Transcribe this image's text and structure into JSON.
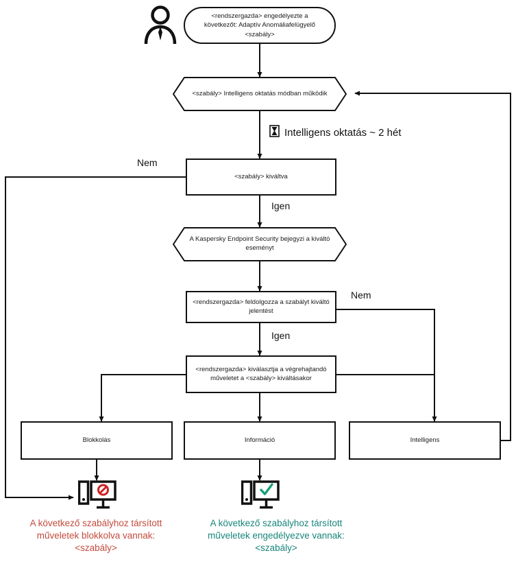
{
  "diagram": {
    "title": "Adaptiv Anomaliafelugyelo szabaly folyamatabra",
    "language": "hu",
    "colors": {
      "stroke": "#111111",
      "text": "#1a1a1a",
      "blocked": "#c34b3d",
      "allowed": "#17857b",
      "background": "#ffffff"
    }
  },
  "actor": {
    "icon": "person-icon",
    "name": "rendszergazda-actor"
  },
  "nodes": {
    "start": {
      "shape": "terminator",
      "text": "<rendszergazda> engedélyezte a következőt: Adaptív Anomáliafelügyelő <szabály>"
    },
    "smart_training_mode": {
      "shape": "hexagon",
      "text": "<szabály> Intelligens oktatás módban működik"
    },
    "rule_triggered": {
      "shape": "process",
      "text": "<szabály> kiváltva"
    },
    "kes_logs_event": {
      "shape": "hexagon",
      "text": "A Kaspersky Endpoint Security bejegyzi a kiváltó eseményt"
    },
    "admin_processes_report": {
      "shape": "process",
      "text": "<rendszergazda>  feldolgozza a szabályt kiváltó jelentést"
    },
    "admin_selects_action": {
      "shape": "process",
      "text": "<rendszergazda> kiválasztja a végrehajtandó műveletet a <szabály> kiváltásakor"
    },
    "action_block": {
      "shape": "process",
      "text": "Blokkolás"
    },
    "action_info": {
      "shape": "process",
      "text": "Információ"
    },
    "action_smart": {
      "shape": "process",
      "text": "Intelligens"
    }
  },
  "notes": {
    "smart_training_duration": {
      "icon": "hourglass-icon",
      "glyph": "⧗",
      "text": "Intelligens oktatás ~ 2 hét"
    }
  },
  "edge_labels": {
    "triggered_no": "Nem",
    "triggered_yes": "Igen",
    "report_no": "Nem",
    "report_yes": "Igen"
  },
  "outcomes": {
    "blocked": {
      "icon": "computer-blocked-icon",
      "text": "A következő szabályhoz társított\nműveletek blokkolva vannak:\n<szabály>"
    },
    "allowed": {
      "icon": "computer-allowed-icon",
      "text": "A következő szabályhoz társított\nműveletek engedélyezve vannak:\n<szabály>"
    }
  }
}
